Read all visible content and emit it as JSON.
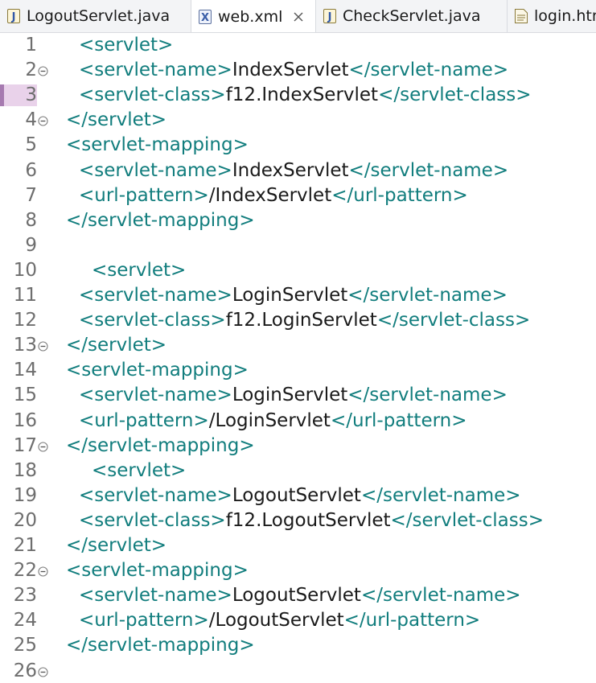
{
  "tabs": [
    {
      "label": "LogoutServlet.java",
      "icon": "java-file-icon",
      "active": false,
      "closable": false
    },
    {
      "label": "web.xml",
      "icon": "xml-file-icon",
      "active": true,
      "closable": true
    },
    {
      "label": "CheckServlet.java",
      "icon": "java-file-icon",
      "active": false,
      "closable": false
    },
    {
      "label": "login.htm",
      "icon": "html-file-icon",
      "active": false,
      "closable": false
    }
  ],
  "colors": {
    "tag": "#117d7d",
    "text": "#1a1a1a",
    "line_number": "#6e6e6e",
    "current_line_marker": "#e9d2ea"
  },
  "lines": [
    {
      "number": "1",
      "indent": 1,
      "parts": [
        {
          "t": "tag",
          "v": "<servlet>"
        }
      ]
    },
    {
      "number": "2",
      "fold": true,
      "indent": 1,
      "parts": [
        {
          "t": "tag",
          "v": "<servlet-name>"
        },
        {
          "t": "txt",
          "v": "IndexServlet"
        },
        {
          "t": "tag",
          "v": "</servlet-name>"
        }
      ]
    },
    {
      "number": "3",
      "marker": true,
      "indent": 1,
      "parts": [
        {
          "t": "tag",
          "v": "<servlet-class>"
        },
        {
          "t": "txt",
          "v": "f12.IndexServlet"
        },
        {
          "t": "tag",
          "v": "</servlet-class>"
        }
      ]
    },
    {
      "number": "4",
      "fold": true,
      "indent": 0,
      "parts": [
        {
          "t": "tag",
          "v": "</servlet>"
        }
      ]
    },
    {
      "number": "5",
      "indent": 0,
      "parts": [
        {
          "t": "tag",
          "v": "<servlet-mapping>"
        }
      ]
    },
    {
      "number": "6",
      "indent": 1,
      "parts": [
        {
          "t": "tag",
          "v": "<servlet-name>"
        },
        {
          "t": "txt",
          "v": "IndexServlet"
        },
        {
          "t": "tag",
          "v": "</servlet-name>"
        }
      ]
    },
    {
      "number": "7",
      "indent": 1,
      "parts": [
        {
          "t": "tag",
          "v": "<url-pattern>"
        },
        {
          "t": "txt",
          "v": "/IndexServlet"
        },
        {
          "t": "tag",
          "v": "</url-pattern>"
        }
      ]
    },
    {
      "number": "8",
      "indent": 0,
      "parts": [
        {
          "t": "tag",
          "v": "</servlet-mapping>"
        }
      ]
    },
    {
      "number": "9",
      "indent": 0,
      "parts": []
    },
    {
      "number": "10",
      "indent": 2,
      "parts": [
        {
          "t": "tag",
          "v": "<servlet>"
        }
      ]
    },
    {
      "number": "11",
      "indent": 1,
      "parts": [
        {
          "t": "tag",
          "v": "<servlet-name>"
        },
        {
          "t": "txt",
          "v": "LoginServlet"
        },
        {
          "t": "tag",
          "v": "</servlet-name>"
        }
      ]
    },
    {
      "number": "12",
      "indent": 1,
      "parts": [
        {
          "t": "tag",
          "v": "<servlet-class>"
        },
        {
          "t": "txt",
          "v": "f12.LoginServlet"
        },
        {
          "t": "tag",
          "v": "</servlet-class>"
        }
      ]
    },
    {
      "number": "13",
      "fold": true,
      "indent": 0,
      "parts": [
        {
          "t": "tag",
          "v": "</servlet>"
        }
      ]
    },
    {
      "number": "14",
      "indent": 0,
      "parts": [
        {
          "t": "tag",
          "v": "<servlet-mapping>"
        }
      ]
    },
    {
      "number": "15",
      "indent": 1,
      "parts": [
        {
          "t": "tag",
          "v": "<servlet-name>"
        },
        {
          "t": "txt",
          "v": "LoginServlet"
        },
        {
          "t": "tag",
          "v": "</servlet-name>"
        }
      ]
    },
    {
      "number": "16",
      "indent": 1,
      "parts": [
        {
          "t": "tag",
          "v": "<url-pattern>"
        },
        {
          "t": "txt",
          "v": "/LoginServlet"
        },
        {
          "t": "tag",
          "v": "</url-pattern>"
        }
      ]
    },
    {
      "number": "17",
      "fold": true,
      "indent": 0,
      "parts": [
        {
          "t": "tag",
          "v": "</servlet-mapping>"
        }
      ]
    },
    {
      "number": "18",
      "indent": 2,
      "parts": [
        {
          "t": "tag",
          "v": "<servlet>"
        }
      ]
    },
    {
      "number": "19",
      "indent": 1,
      "parts": [
        {
          "t": "tag",
          "v": "<servlet-name>"
        },
        {
          "t": "txt",
          "v": "LogoutServlet"
        },
        {
          "t": "tag",
          "v": "</servlet-name>"
        }
      ]
    },
    {
      "number": "20",
      "indent": 1,
      "parts": [
        {
          "t": "tag",
          "v": "<servlet-class>"
        },
        {
          "t": "txt",
          "v": "f12.LogoutServlet"
        },
        {
          "t": "tag",
          "v": "</servlet-class>"
        }
      ]
    },
    {
      "number": "21",
      "indent": 0,
      "parts": [
        {
          "t": "tag",
          "v": "</servlet>"
        }
      ]
    },
    {
      "number": "22",
      "fold": true,
      "indent": 0,
      "parts": [
        {
          "t": "tag",
          "v": "<servlet-mapping>"
        }
      ]
    },
    {
      "number": "23",
      "indent": 1,
      "parts": [
        {
          "t": "tag",
          "v": "<servlet-name>"
        },
        {
          "t": "txt",
          "v": "LogoutServlet"
        },
        {
          "t": "tag",
          "v": "</servlet-name>"
        }
      ]
    },
    {
      "number": "24",
      "indent": 1,
      "parts": [
        {
          "t": "tag",
          "v": "<url-pattern>"
        },
        {
          "t": "txt",
          "v": "/LogoutServlet"
        },
        {
          "t": "tag",
          "v": "</url-pattern>"
        }
      ]
    },
    {
      "number": "25",
      "indent": 0,
      "parts": [
        {
          "t": "tag",
          "v": "</servlet-mapping>"
        }
      ]
    },
    {
      "number": "26",
      "fold": true,
      "indent": 0,
      "parts": []
    }
  ]
}
